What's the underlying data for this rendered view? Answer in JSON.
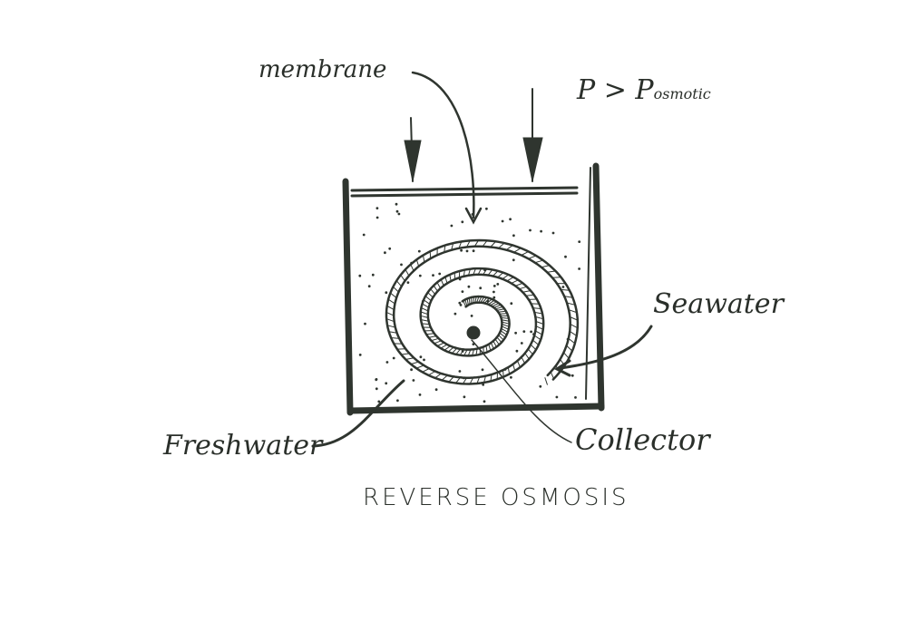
{
  "labels": {
    "membrane": "membrane",
    "pressure_p": "P",
    "pressure_gt": ">",
    "pressure_posmotic": "P",
    "pressure_sub": "osmotic",
    "seawater": "Seawater",
    "freshwater": "Freshwater",
    "collector": "Collector",
    "title": "REVERSE OSMOSIS"
  },
  "colors": {
    "ink": "#2f352f",
    "paper": "#ffffff"
  }
}
